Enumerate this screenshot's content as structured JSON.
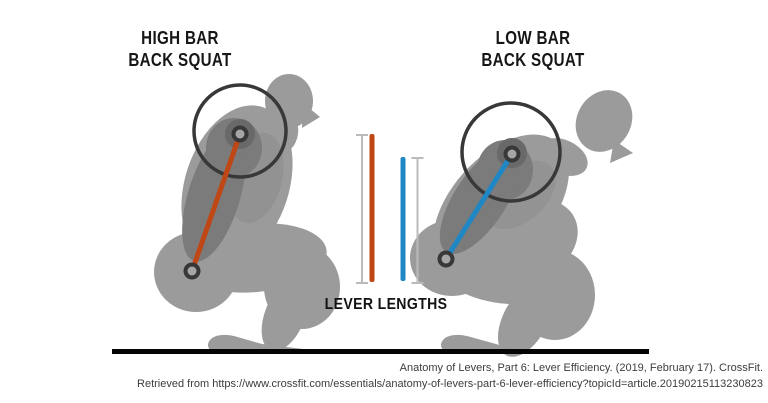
{
  "titles": {
    "high_bar": {
      "line1": "HIGH BAR",
      "line2": "BACK SQUAT"
    },
    "low_bar": {
      "line1": "LOW BAR",
      "line2": "BACK SQUAT"
    }
  },
  "center_label": "LEVER LENGTHS",
  "citation": {
    "line1": "Anatomy of Levers, Part 6: Lever Efficiency. (2019, February 17). CrossFit.",
    "line2": "Retrieved from https://www.crossfit.com/essentials/anatomy-of-levers-part-6-lever-efficiency?topicId=article.20190215113230823"
  },
  "colors": {
    "high_bar_lever": "#bf4715",
    "low_bar_lever": "#1f87c3",
    "silhouette": "#9b9b9b",
    "silhouette_arm": "#7b7b7b",
    "silhouette_shade": "#8b8b8b",
    "silhouette_shadow": "#696969",
    "outline": "#383838",
    "ring_inner": "#a6a6a6",
    "measure_line": "#bbbbbb",
    "ground": "#050505"
  },
  "diagram": {
    "subject": "Comparison of torso lever lengths (bar position to hip) between high bar and low bar back squats",
    "high_bar": {
      "label": "HIGH BAR BACK SQUAT",
      "lever_span": "bar on upper traps to hip",
      "relative_length": "longer"
    },
    "low_bar": {
      "label": "LOW BAR BACK SQUAT",
      "lever_span": "bar on rear delts to hip",
      "relative_length": "shorter"
    }
  }
}
